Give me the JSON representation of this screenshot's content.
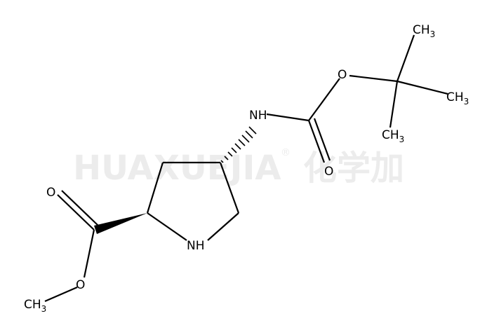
{
  "watermark": {
    "latin": "HUAXUEJIA",
    "registered": "®",
    "chinese": "化学加"
  },
  "atoms": {
    "ch3_top": {
      "main": "CH",
      "sub": "3"
    },
    "ch3_right": {
      "main": "CH",
      "sub": "3"
    },
    "ch3_mid": {
      "main": "CH",
      "sub": "3"
    },
    "o_ester_boc": "O",
    "o_carbonyl_boc": "O",
    "nh_carbamate": "NH",
    "nh_ring": "NH",
    "o_carbonyl_ester": "O",
    "o_ester_methyl": "O",
    "ch3_methyl": {
      "main": "CH",
      "sub": "3"
    }
  }
}
